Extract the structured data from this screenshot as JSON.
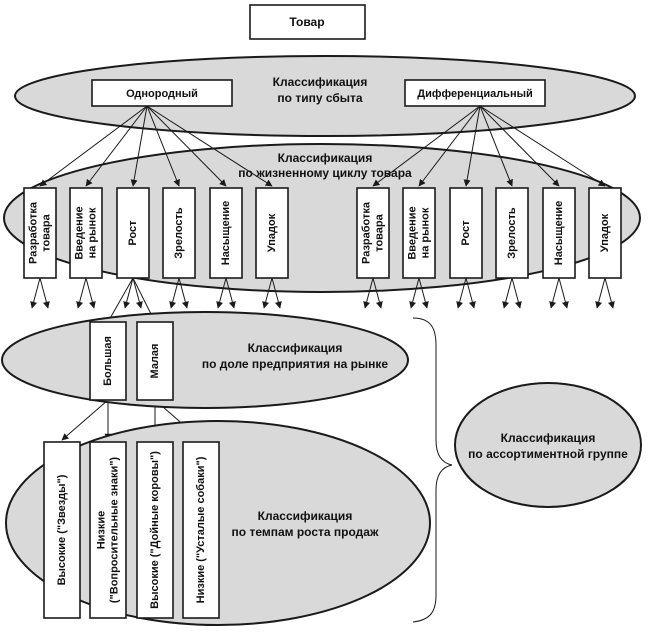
{
  "root": "Товар",
  "sales_type": {
    "title_line1": "Классификация",
    "title_line2": "по типу сбыта",
    "left": "Однородный",
    "right": "Дифференциальный"
  },
  "life_cycle": {
    "title_line1": "Классификация",
    "title_line2": "по жизненному циклу товара",
    "stages": [
      {
        "line1": "Разработка",
        "line2": "товара"
      },
      {
        "line1": "Введение",
        "line2": "на рынок"
      },
      {
        "line1": "Рост",
        "line2": ""
      },
      {
        "line1": "Зрелость",
        "line2": ""
      },
      {
        "line1": "Насыщение",
        "line2": ""
      },
      {
        "line1": "Упадок",
        "line2": ""
      }
    ]
  },
  "market_share": {
    "title_line1": "Классификация",
    "title_line2": "по доле предприятия на рынке",
    "big": "Большая",
    "small": "Малая"
  },
  "growth": {
    "title_line1": "Классификация",
    "title_line2": "по темпам роста продаж",
    "items": [
      {
        "line1": "Высокие (\"Звезды\")",
        "line2": ""
      },
      {
        "line1": "Низкие",
        "line2": "(\"Вопросительные знаки\")"
      },
      {
        "line1": "Высокие (\"Дойные коровы\")",
        "line2": ""
      },
      {
        "line1": "Низкие (\"Усталые собаки\")",
        "line2": ""
      }
    ]
  },
  "assortment": {
    "title_line1": "Классификация",
    "title_line2": "по ассортиментной группе"
  }
}
